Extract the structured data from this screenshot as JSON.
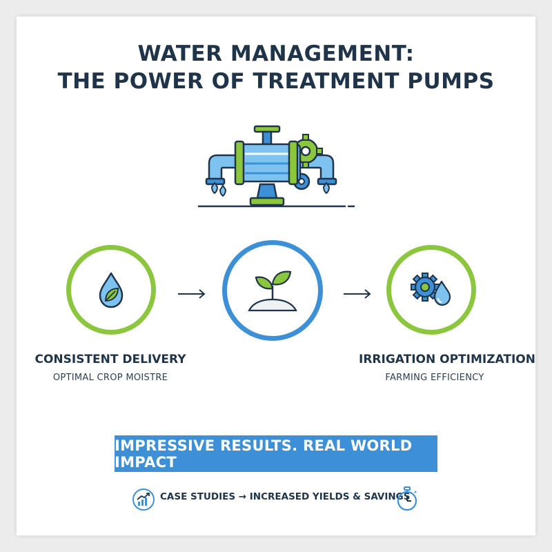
{
  "title": {
    "line1": "WATER MANAGEMENT:",
    "line2": "THE POWER OF TREATMENT PUMPS"
  },
  "steps": [
    {
      "icon": "water-drop-leaf-icon",
      "label": "CONSISTENT DELIVERY",
      "sublabel": "OPTIMAL CROP MOISTRE"
    },
    {
      "icon": "sprout-icon",
      "label": "",
      "sublabel": ""
    },
    {
      "icon": "gear-water-drop-icon",
      "label": "IRRIGATION OPTIMIZATION",
      "sublabel": "FARMING EFFICIENCY"
    }
  ],
  "hero_icon": "treatment-pump-icon",
  "banner": {
    "text": "IMPRESSIVE RESULTS. REAL WORLD IMPACT"
  },
  "footer": {
    "left_icon": "growth-chart-icon",
    "text": "CASE STUDIES → INCREASED YIELDS & SAVINGS",
    "right_icon": "stopwatch-icon"
  },
  "colors": {
    "navy": "#1f3448",
    "green": "#8cc63f",
    "blue": "#3d8fd6",
    "light_blue": "#7ec3f0"
  }
}
